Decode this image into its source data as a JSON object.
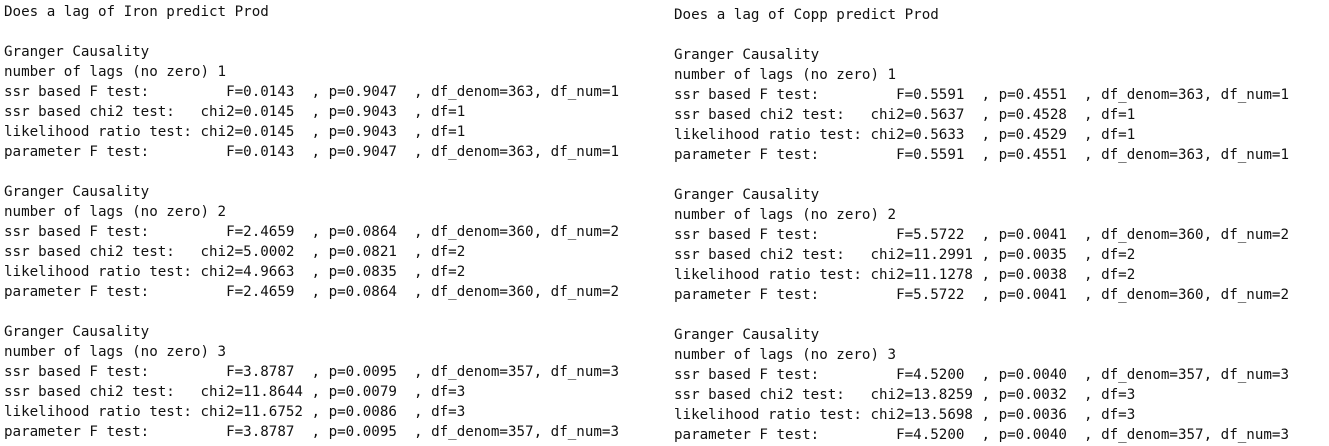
{
  "panels": [
    {
      "title": "Does a lag of Iron predict Prod",
      "blocks": [
        {
          "header": "Granger Causality",
          "lags": "number of lags (no zero) 1",
          "lines": [
            "ssr based F test:         F=0.0143  , p=0.9047  , df_denom=363, df_num=1",
            "ssr based chi2 test:   chi2=0.0145  , p=0.9043  , df=1",
            "likelihood ratio test: chi2=0.0145  , p=0.9043  , df=1",
            "parameter F test:         F=0.0143  , p=0.9047  , df_denom=363, df_num=1"
          ]
        },
        {
          "header": "Granger Causality",
          "lags": "number of lags (no zero) 2",
          "lines": [
            "ssr based F test:         F=2.4659  , p=0.0864  , df_denom=360, df_num=2",
            "ssr based chi2 test:   chi2=5.0002  , p=0.0821  , df=2",
            "likelihood ratio test: chi2=4.9663  , p=0.0835  , df=2",
            "parameter F test:         F=2.4659  , p=0.0864  , df_denom=360, df_num=2"
          ]
        },
        {
          "header": "Granger Causality",
          "lags": "number of lags (no zero) 3",
          "lines": [
            "ssr based F test:         F=3.8787  , p=0.0095  , df_denom=357, df_num=3",
            "ssr based chi2 test:   chi2=11.8644 , p=0.0079  , df=3",
            "likelihood ratio test: chi2=11.6752 , p=0.0086  , df=3",
            "parameter F test:         F=3.8787  , p=0.0095  , df_denom=357, df_num=3"
          ]
        }
      ]
    },
    {
      "title": "Does a lag of Copp predict Prod",
      "blocks": [
        {
          "header": "Granger Causality",
          "lags": "number of lags (no zero) 1",
          "lines": [
            "ssr based F test:         F=0.5591  , p=0.4551  , df_denom=363, df_num=1",
            "ssr based chi2 test:   chi2=0.5637  , p=0.4528  , df=1",
            "likelihood ratio test: chi2=0.5633  , p=0.4529  , df=1",
            "parameter F test:         F=0.5591  , p=0.4551  , df_denom=363, df_num=1"
          ]
        },
        {
          "header": "Granger Causality",
          "lags": "number of lags (no zero) 2",
          "lines": [
            "ssr based F test:         F=5.5722  , p=0.0041  , df_denom=360, df_num=2",
            "ssr based chi2 test:   chi2=11.2991 , p=0.0035  , df=2",
            "likelihood ratio test: chi2=11.1278 , p=0.0038  , df=2",
            "parameter F test:         F=5.5722  , p=0.0041  , df_denom=360, df_num=2"
          ]
        },
        {
          "header": "Granger Causality",
          "lags": "number of lags (no zero) 3",
          "lines": [
            "ssr based F test:         F=4.5200  , p=0.0040  , df_denom=357, df_num=3",
            "ssr based chi2 test:   chi2=13.8259 , p=0.0032  , df=3",
            "likelihood ratio test: chi2=13.5698 , p=0.0036  , df=3",
            "parameter F test:         F=4.5200  , p=0.0040  , df_denom=357, df_num=3"
          ]
        }
      ]
    }
  ]
}
